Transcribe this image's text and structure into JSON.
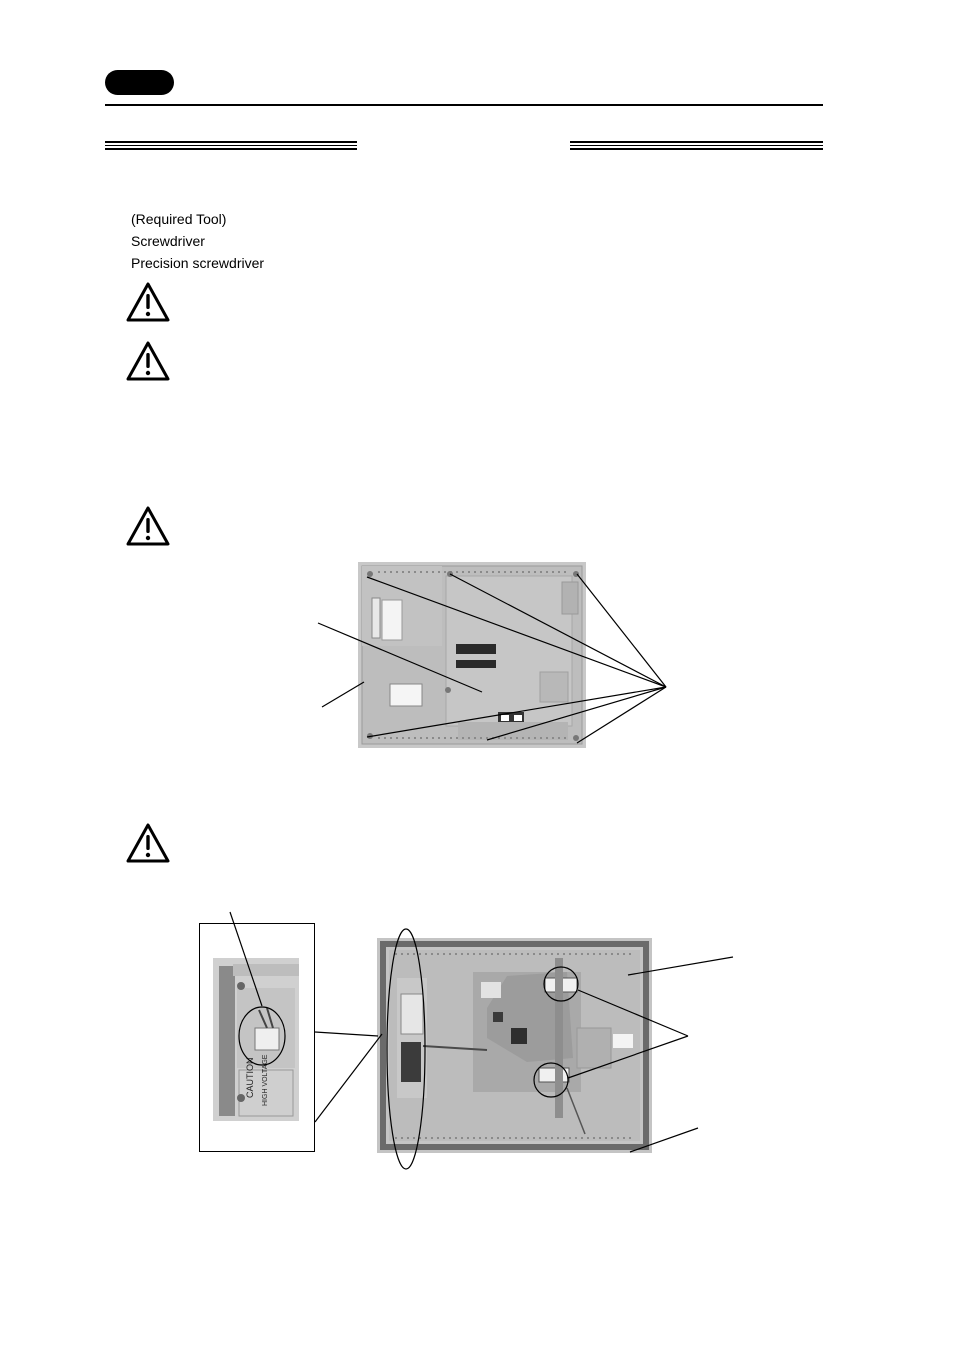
{
  "tools": {
    "heading": "(Required Tool)",
    "items": [
      "Screwdriver",
      "Precision screwdriver"
    ]
  },
  "photos": {
    "rear_label_1": "CAUTION",
    "rear_label_2": "HIGH VOLTAGE"
  },
  "icons": {
    "warning": "warning-triangle-icon"
  },
  "colors": {
    "ink": "#000000",
    "photo_gray": "#c9c9c9"
  }
}
